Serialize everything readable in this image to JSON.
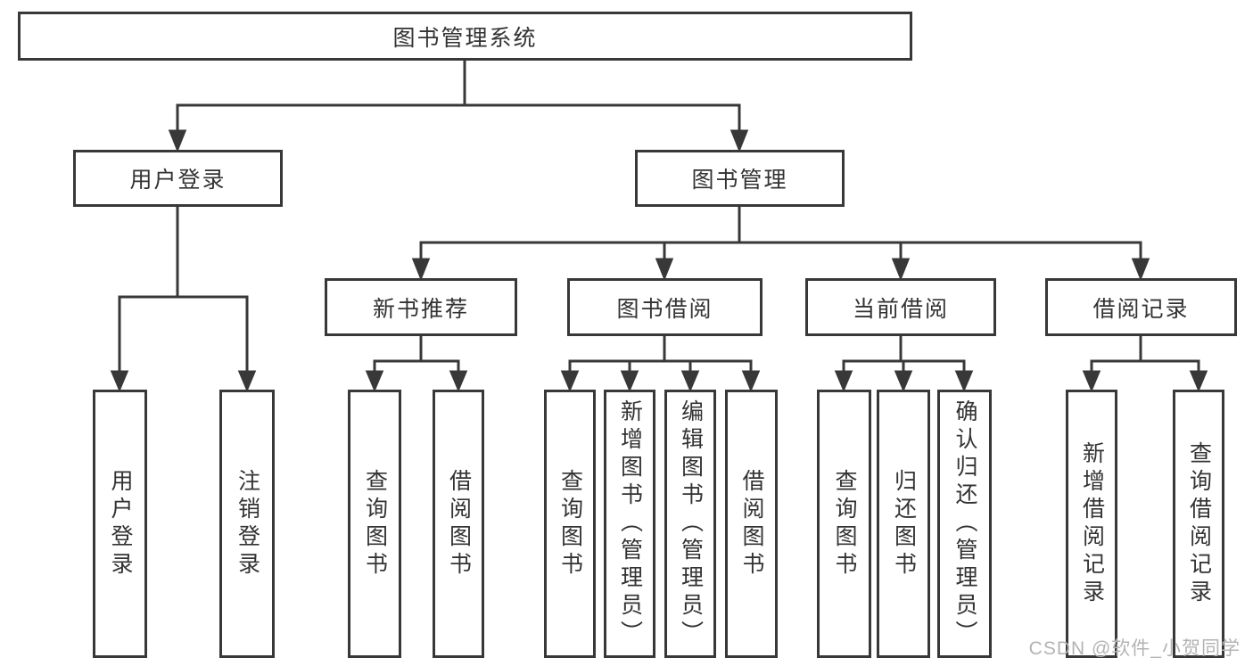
{
  "diagram": {
    "type": "hierarchy-tree",
    "tree": {
      "label": "图书管理系统",
      "children": [
        {
          "label": "用户登录",
          "children": [
            {
              "label": "用户登录"
            },
            {
              "label": "注销登录"
            }
          ]
        },
        {
          "label": "图书管理",
          "children": [
            {
              "label": "新书推荐",
              "children": [
                {
                  "label": "查询图书"
                },
                {
                  "label": "借阅图书"
                }
              ]
            },
            {
              "label": "图书借阅",
              "children": [
                {
                  "label": "查询图书"
                },
                {
                  "label": "新增图书（管理员）"
                },
                {
                  "label": "编辑图书（管理员）"
                },
                {
                  "label": "借阅图书"
                }
              ]
            },
            {
              "label": "当前借阅",
              "children": [
                {
                  "label": "查询图书"
                },
                {
                  "label": "归还图书"
                },
                {
                  "label": "确认归还（管理员）"
                }
              ]
            },
            {
              "label": "借阅记录",
              "children": [
                {
                  "label": "新增借阅记录"
                },
                {
                  "label": "查询借阅记录"
                }
              ]
            }
          ]
        }
      ]
    },
    "colors": {
      "line": "#383838",
      "text": "#333333",
      "background": "#ffffff",
      "watermark": "#b3b3b3"
    }
  },
  "watermark": {
    "text": "CSDN @软件_小贺同学"
  }
}
